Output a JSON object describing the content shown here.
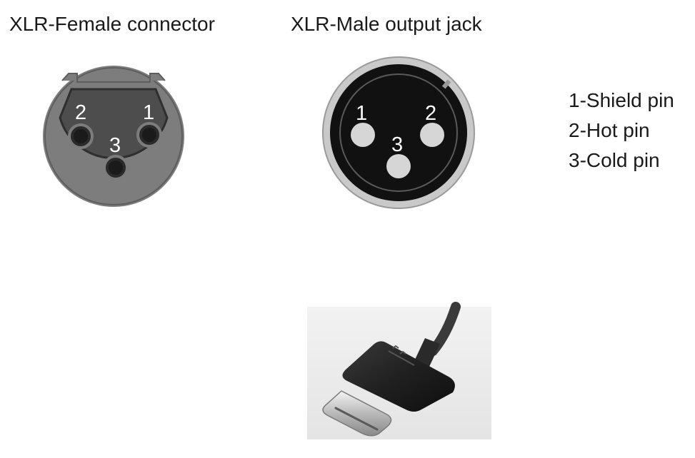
{
  "female": {
    "title": "XLR-Female connector",
    "pins": [
      {
        "number": "2"
      },
      {
        "number": "1"
      },
      {
        "number": "3"
      }
    ]
  },
  "male": {
    "title": "XLR-Male output jack",
    "pins": [
      {
        "number": "1"
      },
      {
        "number": "2"
      },
      {
        "number": "3"
      }
    ]
  },
  "legend": [
    "1-Shield pin",
    "2-Hot pin",
    "3-Cold pin"
  ],
  "usb_c_icon": "usb-c-cable-photo",
  "colors": {
    "female_body": "#7a7a7a",
    "female_face": "#4e4e4e",
    "male_ring": "#c9c9c9",
    "male_face": "#111111",
    "male_pin": "#d6d6d6"
  }
}
